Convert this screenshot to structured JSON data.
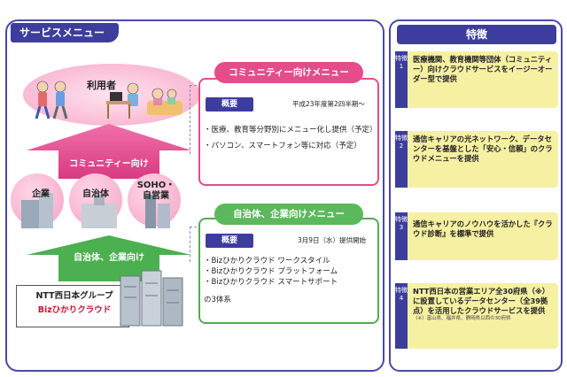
{
  "service_menu": {
    "title": "サービスメニュー"
  },
  "users": {
    "label": "利用者"
  },
  "arrows": {
    "community": "コミュニティー向け",
    "gov": "自治体、企業向け"
  },
  "circles": {
    "enterprise": "企業",
    "municipality": "自治体",
    "soho": "SOHO・\n自営業"
  },
  "ntt": {
    "title": "NTT西日本グループ",
    "sub": "Bizひかりクラウド"
  },
  "community_menu": {
    "header": "コミュニティー向けメニュー",
    "tag": "概要",
    "schedule": "平成23年度第2四半期～",
    "lines": [
      "・医療、教育等分野別にメニュー化し提供（予定）",
      "・パソコン、スマートフォン等に対応（予定）"
    ]
  },
  "gov_menu": {
    "header": "自治体、企業向けメニュー",
    "tag": "概要",
    "schedule": "3月9日（水）提供開始",
    "lines": [
      "・Bizひかりクラウド ワークスタイル",
      "・Bizひかりクラウド プラットフォーム",
      "・Bizひかりクラウド スマートサポート"
    ],
    "footer": "の3体系"
  },
  "features": {
    "title": "特徴",
    "items": [
      {
        "num": "特徴1",
        "text": "医療機関、教育機関等団体（コミュニティー）向けクラウドサービスをイージーオーダー型で提供"
      },
      {
        "num": "特徴2",
        "text": "通信キャリアの光ネットワーク、データセンターを基盤とした「安心・信頼」のクラウドメニューを提供"
      },
      {
        "num": "特徴3",
        "text": "通信キャリアのノウハウを活かした『クラウド診断』を標準で提供"
      },
      {
        "num": "特徴4",
        "text": "NTT西日本の営業エリア全30府県（※）に設置しているデータセンター（全39拠点）を活用したクラウドサービスを提供",
        "note": "（※）富山県、福井県、静岡県以西の30府県"
      }
    ]
  },
  "colors": {
    "navy": "#3d3d9e",
    "pink": "#e24d8a",
    "green": "#5cb85c",
    "yellow": "#f6f0a2"
  }
}
